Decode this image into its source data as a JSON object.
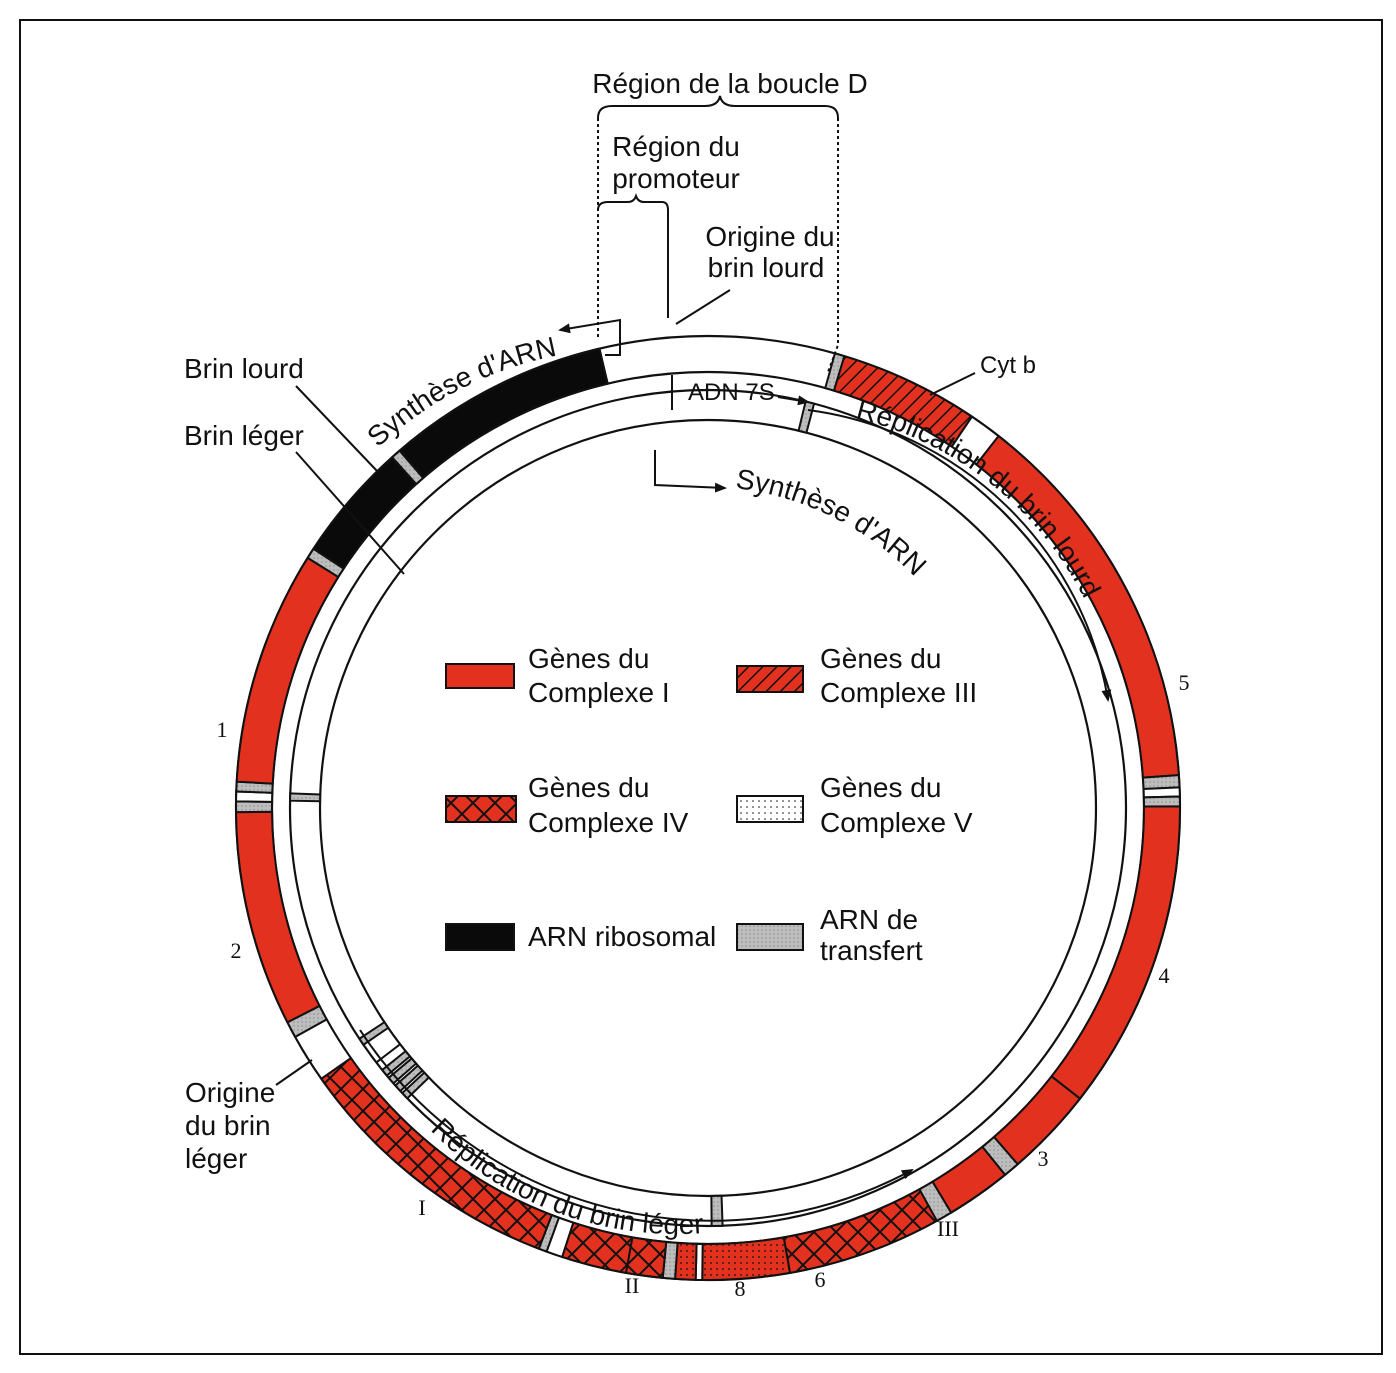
{
  "colors": {
    "complex1": "#e2321f",
    "complex3": "#e2321f",
    "complex4": "#e2321f",
    "rrna": "#0a0a0a",
    "trna": "#bdbdbd",
    "outline": "#111111"
  },
  "labels": {
    "d_loop_region": "Région de la boucle D",
    "promoter_region_1": "Région du",
    "promoter_region_2": "promoteur",
    "heavy_origin_1": "Origine du",
    "heavy_origin_2": "brin lourd",
    "heavy_strand": "Brin lourd",
    "light_strand": "Brin léger",
    "light_origin_1": "Origine",
    "light_origin_2": "du brin",
    "light_origin_3": "léger",
    "rna_synthesis_heavy": "Synthèse  d'ARN",
    "rna_synthesis_light": "Synthèse    d'ARN",
    "dna_7s": "ADN 7S",
    "cyt_b": "Cyt b",
    "heavy_replication": "Réplication   du   brin   lourd",
    "light_replication": "Réplication   du   brin   léger"
  },
  "gene_numbers": {
    "n1": "1",
    "n2": "2",
    "n3": "3",
    "n4": "4",
    "n5": "5",
    "n6": "6",
    "n8": "8",
    "rI": "I",
    "rII": "II",
    "rIII": "III"
  },
  "legend": [
    {
      "key": "complex1",
      "line1": "Gènes du",
      "line2": "Complexe I"
    },
    {
      "key": "complex3",
      "line1": "Gènes du",
      "line2": "Complexe III"
    },
    {
      "key": "complex4",
      "line1": "Gènes du",
      "line2": "Complexe IV"
    },
    {
      "key": "complex5",
      "line1": "Gènes du",
      "line2": "Complexe V"
    },
    {
      "key": "rrna",
      "line1": "ARN ribosomal",
      "line2": ""
    },
    {
      "key": "trna",
      "line1": "ARN de",
      "line2": "transfert"
    }
  ]
}
